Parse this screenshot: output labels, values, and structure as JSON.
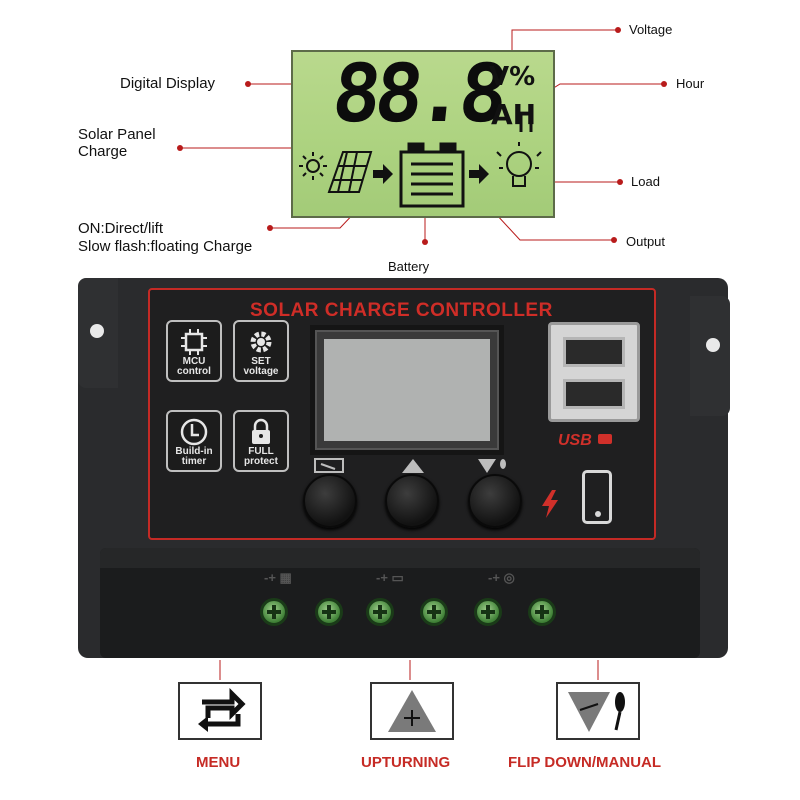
{
  "lcd_diagram": {
    "digits": "88.8",
    "unit_top": "V%",
    "unit_bottom": "AH",
    "callouts": {
      "voltage": "Voltage",
      "hour": "Hour",
      "digital_display": "Digital Display",
      "solar_panel_line1": "Solar Panel",
      "solar_panel_line2": "Charge",
      "load": "Load",
      "on_line1": "ON:Direct/lift",
      "on_line2": "Slow flash:floating Charge",
      "output": "Output",
      "battery": "Battery"
    }
  },
  "controller": {
    "title": "SOLAR CHARGE CONTROLLER",
    "features": [
      {
        "icon": "chip-icon",
        "line1": "MCU",
        "line2": "control"
      },
      {
        "icon": "gear-icon",
        "line1": "SET",
        "line2": "voltage"
      },
      {
        "icon": "clock-icon",
        "line1": "Build-in",
        "line2": "timer"
      },
      {
        "icon": "lock-icon",
        "line1": "FULL",
        "line2": "protect"
      }
    ],
    "usb_label": "USB"
  },
  "button_legend": [
    {
      "icon": "menu-cycle-icon",
      "label": "MENU"
    },
    {
      "icon": "up-triangle-icon",
      "label": "UPTURNING"
    },
    {
      "icon": "down-triangle-manual-icon",
      "label": "FLIP DOWN/MANUAL"
    }
  ],
  "colors": {
    "accent_red": "#c62b25",
    "lcd_green": "#acd27f",
    "housing": "#2a2b2d",
    "terminal_green": "#3e7f35"
  }
}
